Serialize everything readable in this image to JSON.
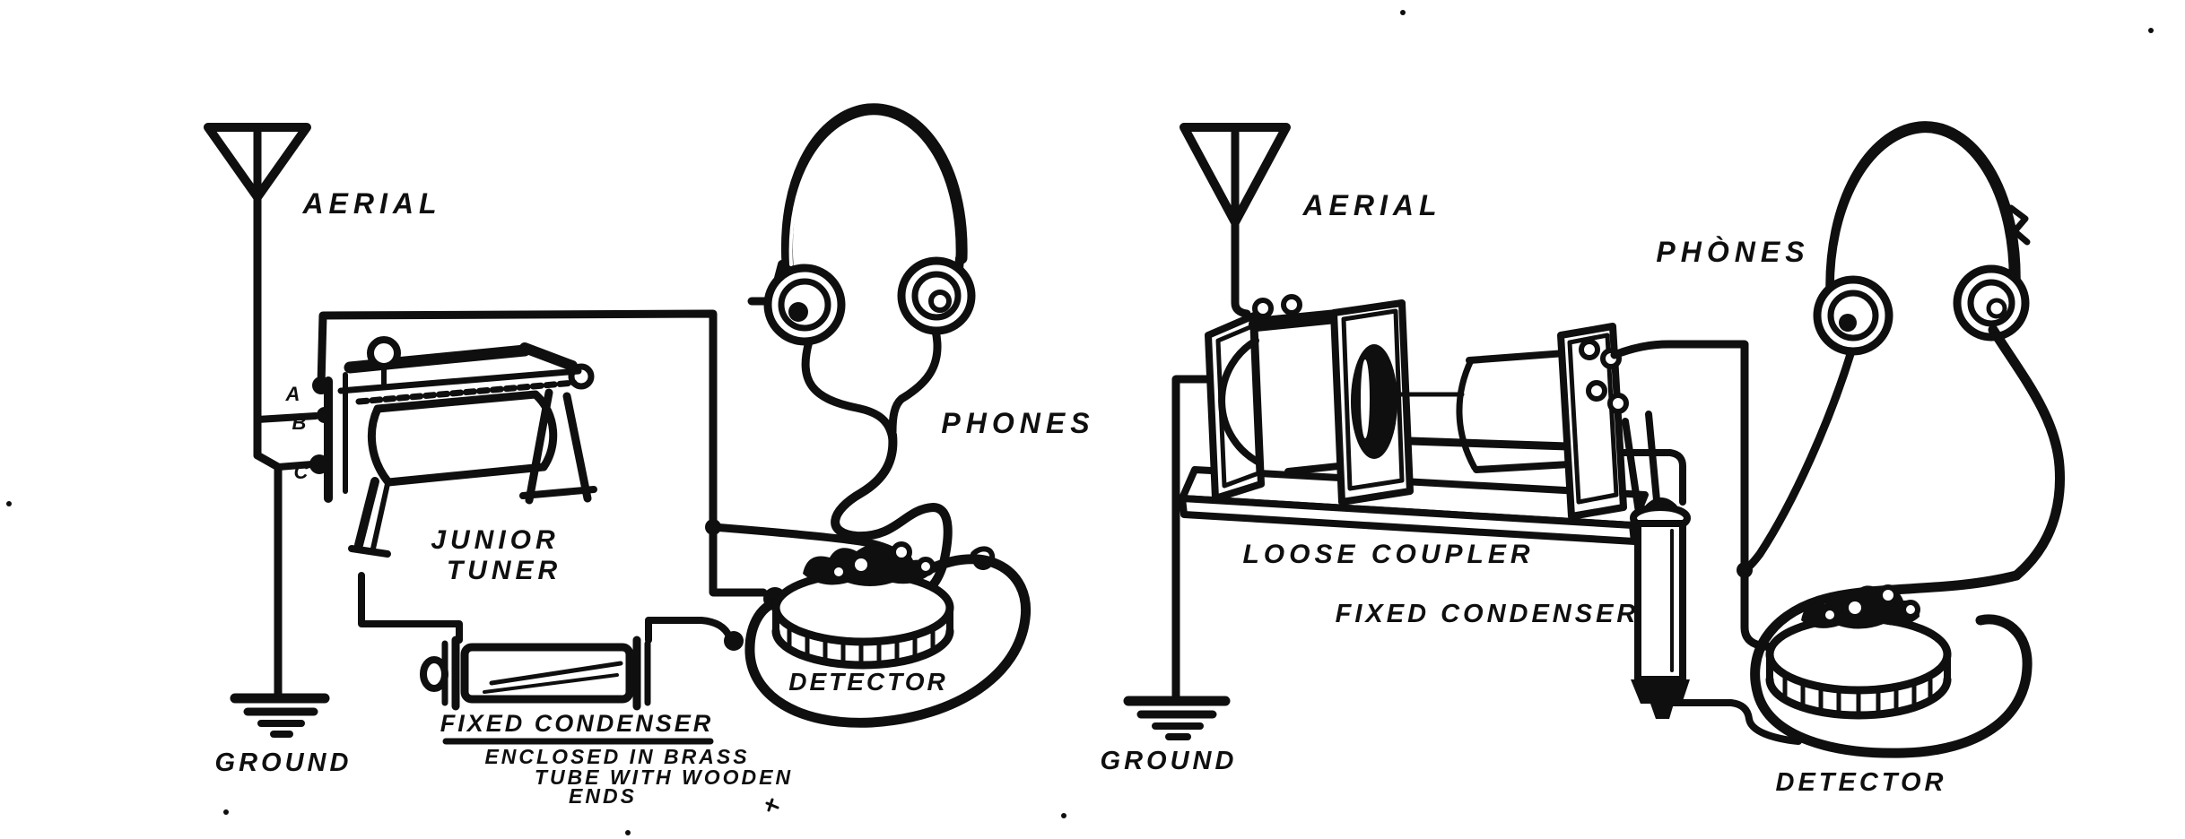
{
  "figure": {
    "paper_color": "#ffffff",
    "ink_color": "#0f0f0f"
  },
  "left_circuit": {
    "aerial_label": "AERIAL",
    "post_a": "A",
    "post_b": "B",
    "post_c": "C",
    "tuner_label_line1": "JUNIOR",
    "tuner_label_line2": "TUNER",
    "phones_label": "PHONES",
    "detector_label": "DETECTOR",
    "condenser_label": "FIXED CONDENSER",
    "condenser_note_line1": "ENCLOSED IN BRASS",
    "condenser_note_line2": "TUBE WITH WOODEN",
    "condenser_note_line3": "ENDS",
    "ground_label": "GROUND",
    "components": [
      "aerial",
      "junior tuner",
      "phones",
      "detector",
      "fixed condenser",
      "ground"
    ]
  },
  "right_circuit": {
    "aerial_label": "AERIAL",
    "phones_label": "PHÒNES",
    "coupler_label": "LOOSE COUPLER",
    "condenser_label": "FIXED CONDENSER",
    "detector_label": "DETECTOR",
    "ground_label": "GROUND",
    "components": [
      "aerial",
      "loose coupler",
      "phones",
      "fixed condenser",
      "detector",
      "ground"
    ]
  }
}
